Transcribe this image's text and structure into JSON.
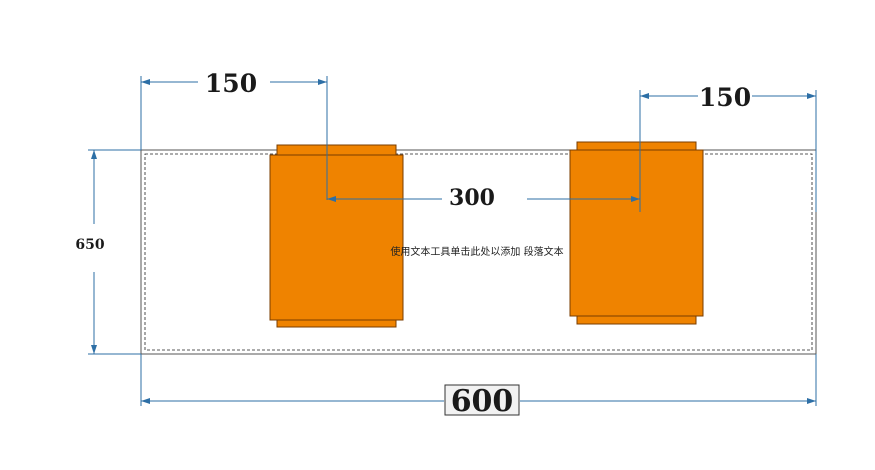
{
  "dimensions": {
    "left_offset": "150",
    "right_offset": "150",
    "center_spacing": "300",
    "height": "650",
    "total_width": "600"
  },
  "placeholder_text": "使用文本工具单击此处以添加 段落文本",
  "colors": {
    "block_fill": "#EF8300",
    "block_stroke": "#7a3d00",
    "dimension_line": "#2d6fa6",
    "outline": "#555555",
    "label_box_fill": "#f2f2f2"
  }
}
